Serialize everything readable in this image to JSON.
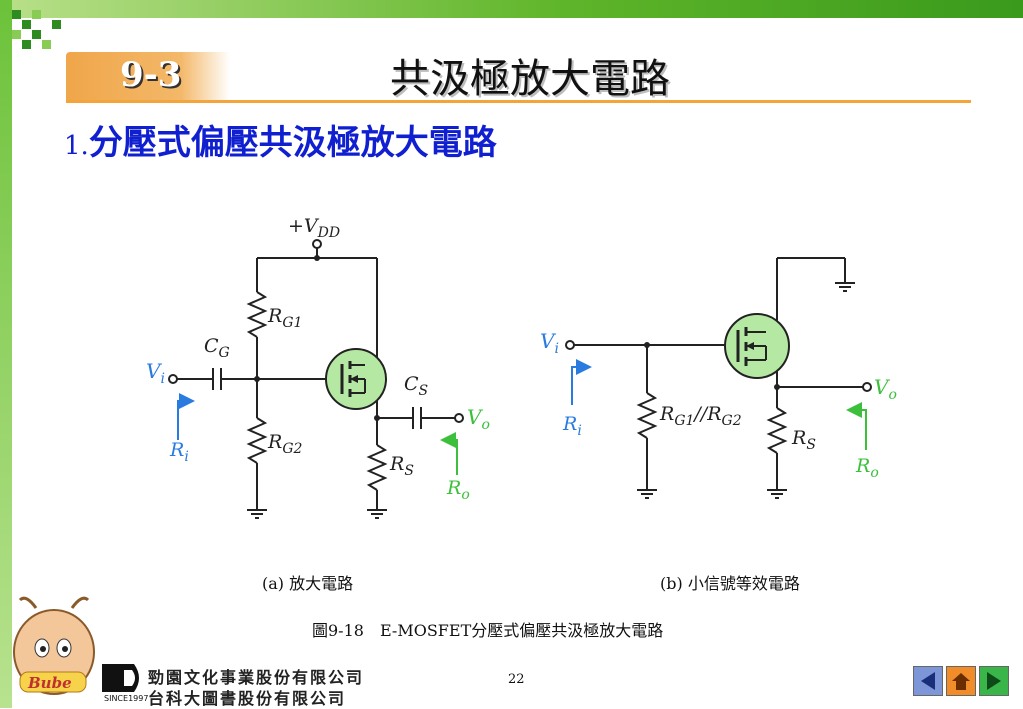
{
  "header": {
    "section_number": "9-3",
    "title": "共汲極放大電路"
  },
  "content": {
    "item_number": "1.",
    "item_heading": "分壓式偏壓共汲極放大電路"
  },
  "circuit_a": {
    "vdd_label": "+V",
    "vdd_sub": "DD",
    "rg1_label": "R",
    "rg1_sub": "G1",
    "rg2_label": "R",
    "rg2_sub": "G2",
    "cg_label": "C",
    "cg_sub": "G",
    "cs_label": "C",
    "cs_sub": "S",
    "rs_label": "R",
    "rs_sub": "S",
    "vi_label": "V",
    "vi_sub": "i",
    "vo_label": "V",
    "vo_sub": "o",
    "ri_label": "R",
    "ri_sub": "i",
    "ro_label": "R",
    "ro_sub": "o",
    "caption": "(a) 放大電路"
  },
  "circuit_b": {
    "vi_label": "V",
    "vi_sub": "i",
    "ri_label": "R",
    "ri_sub": "i",
    "rg_label_1": "R",
    "rg_sub_1": "G1",
    "rg_parallel": "//",
    "rg_label_2": "R",
    "rg_sub_2": "G2",
    "rs_label": "R",
    "rs_sub": "S",
    "vo_label": "V",
    "vo_sub": "o",
    "ro_label": "R",
    "ro_sub": "o",
    "caption": "(b) 小信號等效電路"
  },
  "figure_caption": "圖9-18　E-MOSFET分壓式偏壓共汲極放大電路",
  "footer": {
    "page_number": "22",
    "company_line1": "勁園文化事業股份有限公司",
    "company_line2": "台科大圖書股份有限公司",
    "since": "SINCE1997",
    "mascot_text": "Bube",
    "nav": [
      "previous",
      "home",
      "next"
    ]
  },
  "colors": {
    "accent_orange": "#f3a43a",
    "heading_blue": "#1020d0",
    "signal_blue": "#2a7be0",
    "signal_green": "#3cc03c",
    "mosfet_fill": "#b5e8a2"
  }
}
